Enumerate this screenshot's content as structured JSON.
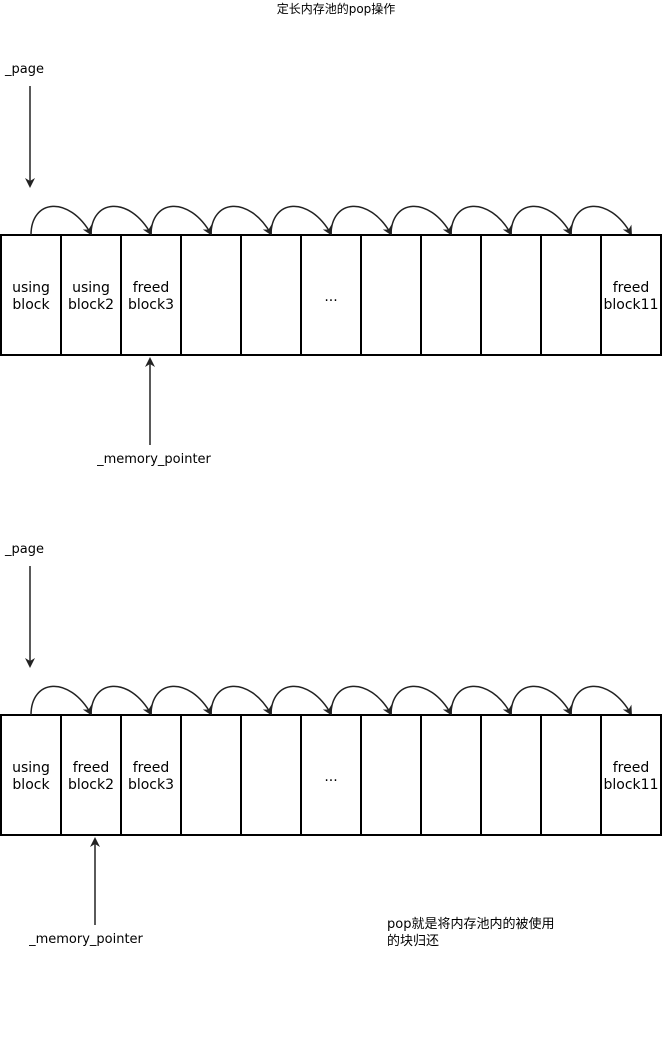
{
  "title": "定长内存池的pop操作",
  "colors": {
    "stroke": "#000000",
    "arrow": "#222222",
    "background": "#ffffff"
  },
  "diagrams": [
    {
      "page_label": "_page",
      "pointer_label": "_memory_pointer",
      "pointer_cell": 2,
      "cells": [
        [
          "using",
          "block"
        ],
        [
          "using",
          "block2"
        ],
        [
          "freed",
          "block3"
        ],
        [],
        [],
        [
          "..."
        ],
        [],
        [],
        [],
        [],
        [
          "freed",
          "block11"
        ]
      ]
    },
    {
      "page_label": "_page",
      "pointer_label": "_memory_pointer",
      "pointer_cell": 1,
      "cells": [
        [
          "using",
          "block"
        ],
        [
          "freed",
          "block2"
        ],
        [
          "freed",
          "block3"
        ],
        [],
        [],
        [
          "..."
        ],
        [],
        [],
        [],
        [],
        [
          "freed",
          "block11"
        ]
      ]
    }
  ],
  "note_lines": [
    "pop就是将内存池内的被使用",
    "的块归还"
  ]
}
